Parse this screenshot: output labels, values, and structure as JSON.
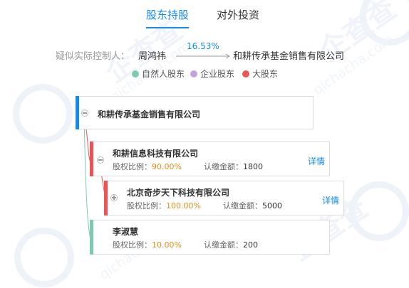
{
  "tabs": {
    "shareholders": "股东持股",
    "investments": "对外投资"
  },
  "controller": {
    "label": "疑似实际控制人：",
    "person": "周鸿祎",
    "percentage": "16.53%",
    "company": "和耕传承基金销售有限公司"
  },
  "legend": [
    {
      "label": "自然人股东",
      "color": "#7ec9b2"
    },
    {
      "label": "企业股东",
      "color": "#c4a3dc"
    },
    {
      "label": "大股东",
      "color": "#ec5555"
    }
  ],
  "root": {
    "name": "和耕传承基金销售有限公司",
    "bar_color": "#128bed"
  },
  "nodes": [
    {
      "name": "和耕信息科技有限公司",
      "ratio_label": "股权比例：",
      "ratio": "90.00%",
      "amount_label": "认缴金额：",
      "amount": "1800",
      "detail": "详情",
      "bar_color": "#ec5555"
    },
    {
      "name": "北京奇步天下科技有限公司",
      "ratio_label": "股权比例：",
      "ratio": "100.00%",
      "amount_label": "认缴金额：",
      "amount": "5000",
      "detail": "详情",
      "bar_color": "#ec5555"
    },
    {
      "name": "李淑慧",
      "ratio_label": "股权比例：",
      "ratio": "10.00%",
      "amount_label": "认缴金额：",
      "amount": "200",
      "bar_color": "#7ec9b2"
    }
  ],
  "watermark": {
    "cn": "企查查",
    "latin": "qichacha.com"
  }
}
